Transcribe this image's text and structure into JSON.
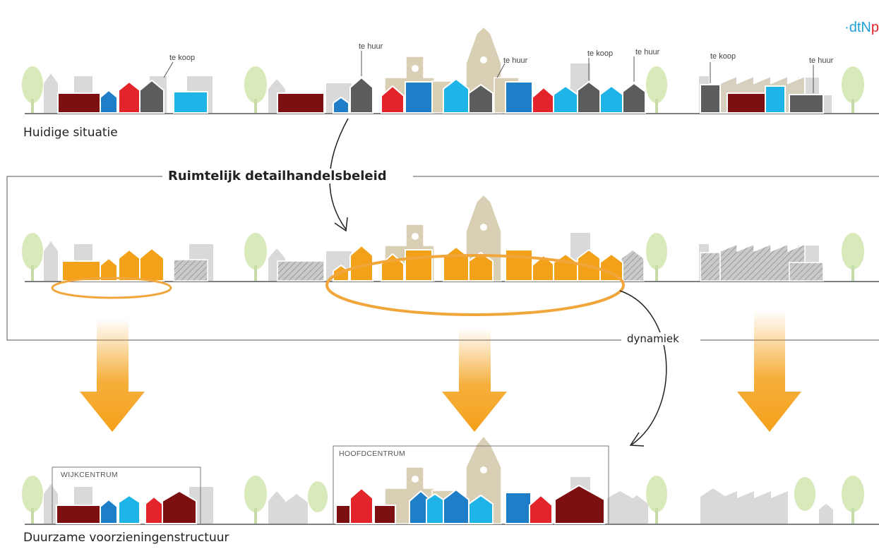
{
  "logo": {
    "text": "·dtN",
    "accent": "p"
  },
  "stage1": {
    "caption": "Huidige situatie",
    "tags": [
      "te koop",
      "te huur",
      "te huur",
      "te koop",
      "te huur",
      "te koop",
      "te huur"
    ]
  },
  "policy": {
    "title": "Ruimtelijk detailhandelsbeleid",
    "dynamics_label": "dynamiek"
  },
  "stage3": {
    "caption": "Duurzame voorzieningenstructuur",
    "box_left": "WIJKCENTRUM",
    "box_center": "HOOFDCENTRUM"
  },
  "colors": {
    "dark_red": "#7d0f10",
    "red": "#e3242b",
    "blue": "#1e7ec8",
    "light_blue": "#1fb4e8",
    "dark_gray": "#5a5c5e",
    "orange": "#f4a11a",
    "gray_bg": "#d6d6d6",
    "beige": "#d8d0b8",
    "tree": "#d6e8b8",
    "ground": "#555555"
  }
}
